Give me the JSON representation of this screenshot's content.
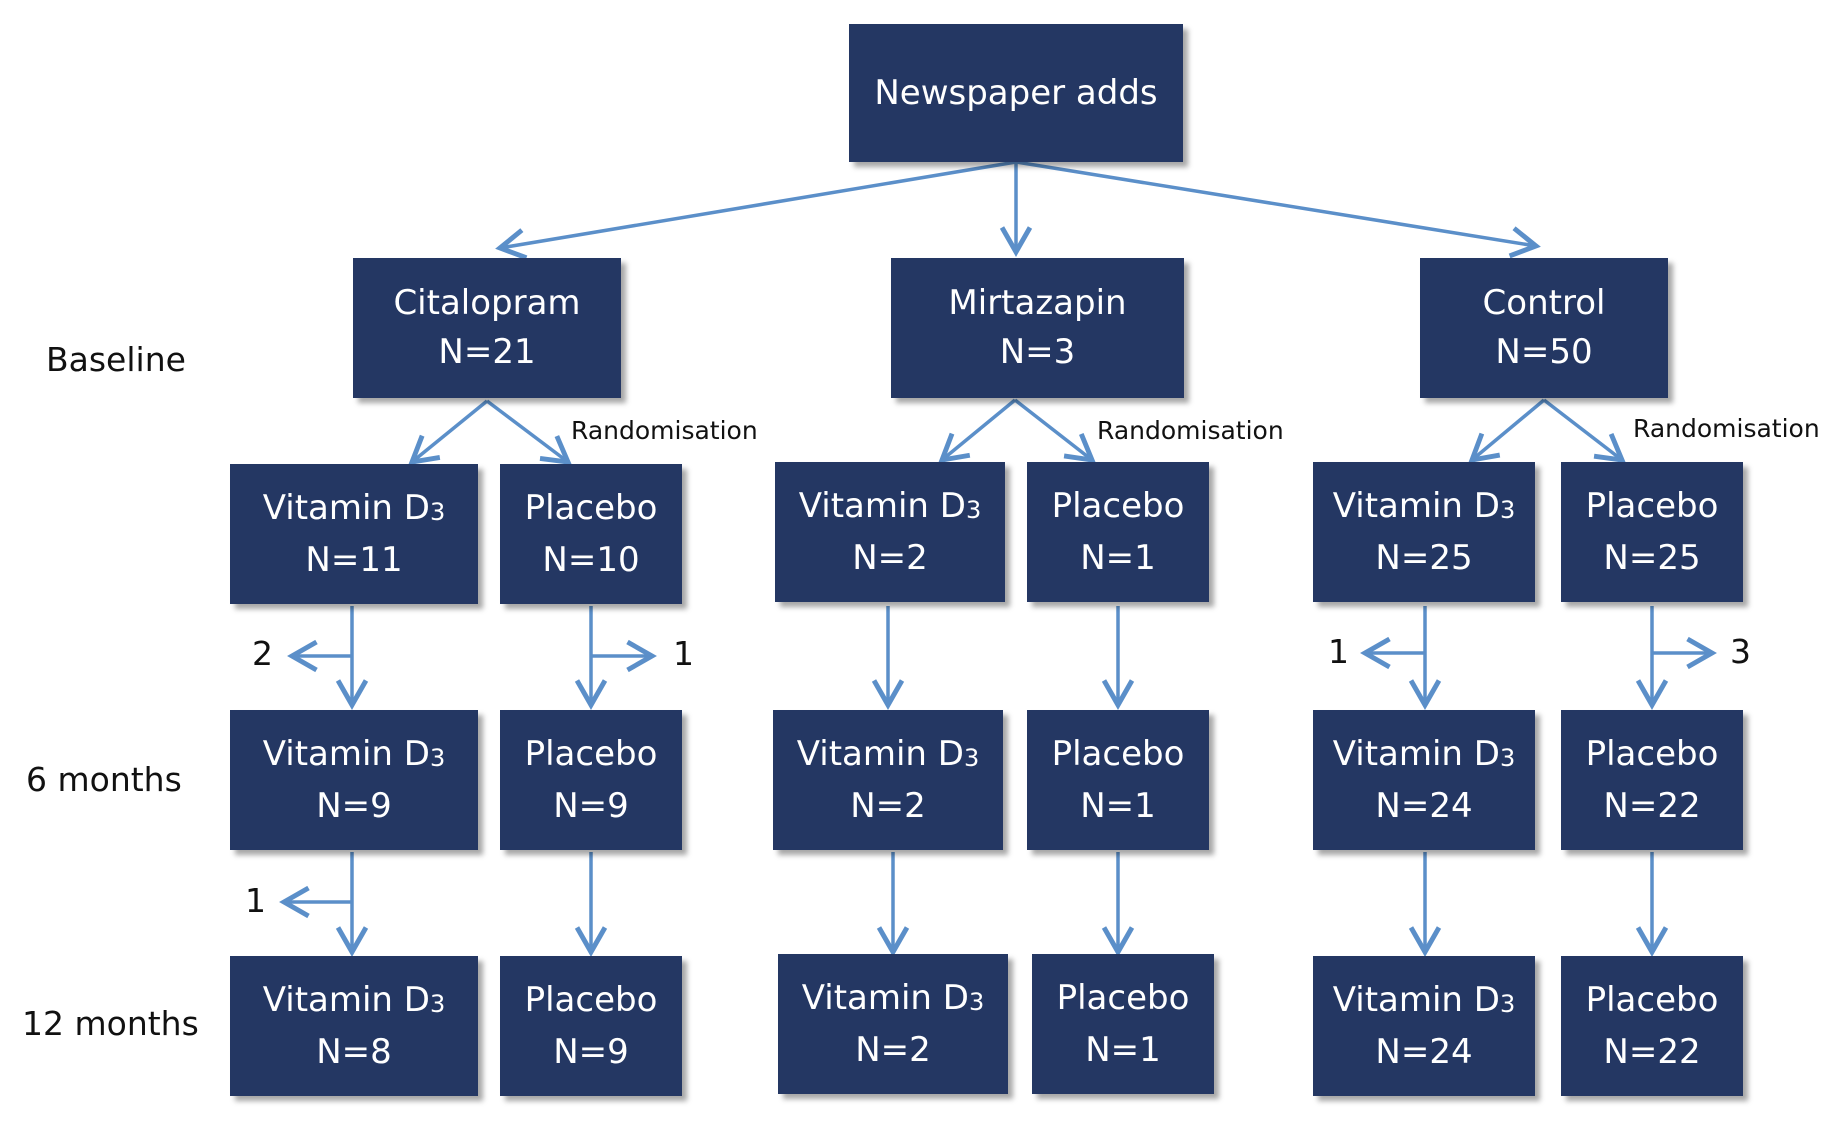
{
  "row_labels": {
    "baseline": "Baseline",
    "six_months": "6 months",
    "twelve_months": "12 months"
  },
  "source": {
    "label": "Newspaper adds"
  },
  "randomisation_label": "Randomisation",
  "colors": {
    "box": "#243763",
    "arrow": "#5b8fc9",
    "text": "#ffffff"
  },
  "groups": [
    {
      "name": "Citalopram",
      "n": "N=21",
      "arms": [
        {
          "drug": "Vitamin D",
          "sub": "3",
          "baseline": "N=11",
          "dropout_1": "2",
          "six": "N=9",
          "dropout_2": "1",
          "twelve": "N=8"
        },
        {
          "drug": "Placebo",
          "sub": "",
          "baseline": "N=10",
          "dropout_1": "1",
          "six": "N=9",
          "dropout_2": "",
          "twelve": "N=9"
        }
      ]
    },
    {
      "name": "Mirtazapin",
      "n": "N=3",
      "arms": [
        {
          "drug": "Vitamin D",
          "sub": "3",
          "baseline": "N=2",
          "dropout_1": "",
          "six": "N=2",
          "dropout_2": "",
          "twelve": "N=2"
        },
        {
          "drug": "Placebo",
          "sub": "",
          "baseline": "N=1",
          "dropout_1": "",
          "six": "N=1",
          "dropout_2": "",
          "twelve": "N=1"
        }
      ]
    },
    {
      "name": "Control",
      "n": "N=50",
      "arms": [
        {
          "drug": "Vitamin D",
          "sub": "3",
          "baseline": "N=25",
          "dropout_1": "1",
          "six": "N=24",
          "dropout_2": "",
          "twelve": "N=24"
        },
        {
          "drug": "Placebo",
          "sub": "",
          "baseline": "N=25",
          "dropout_1": "3",
          "six": "N=22",
          "dropout_2": "",
          "twelve": "N=22"
        }
      ]
    }
  ]
}
